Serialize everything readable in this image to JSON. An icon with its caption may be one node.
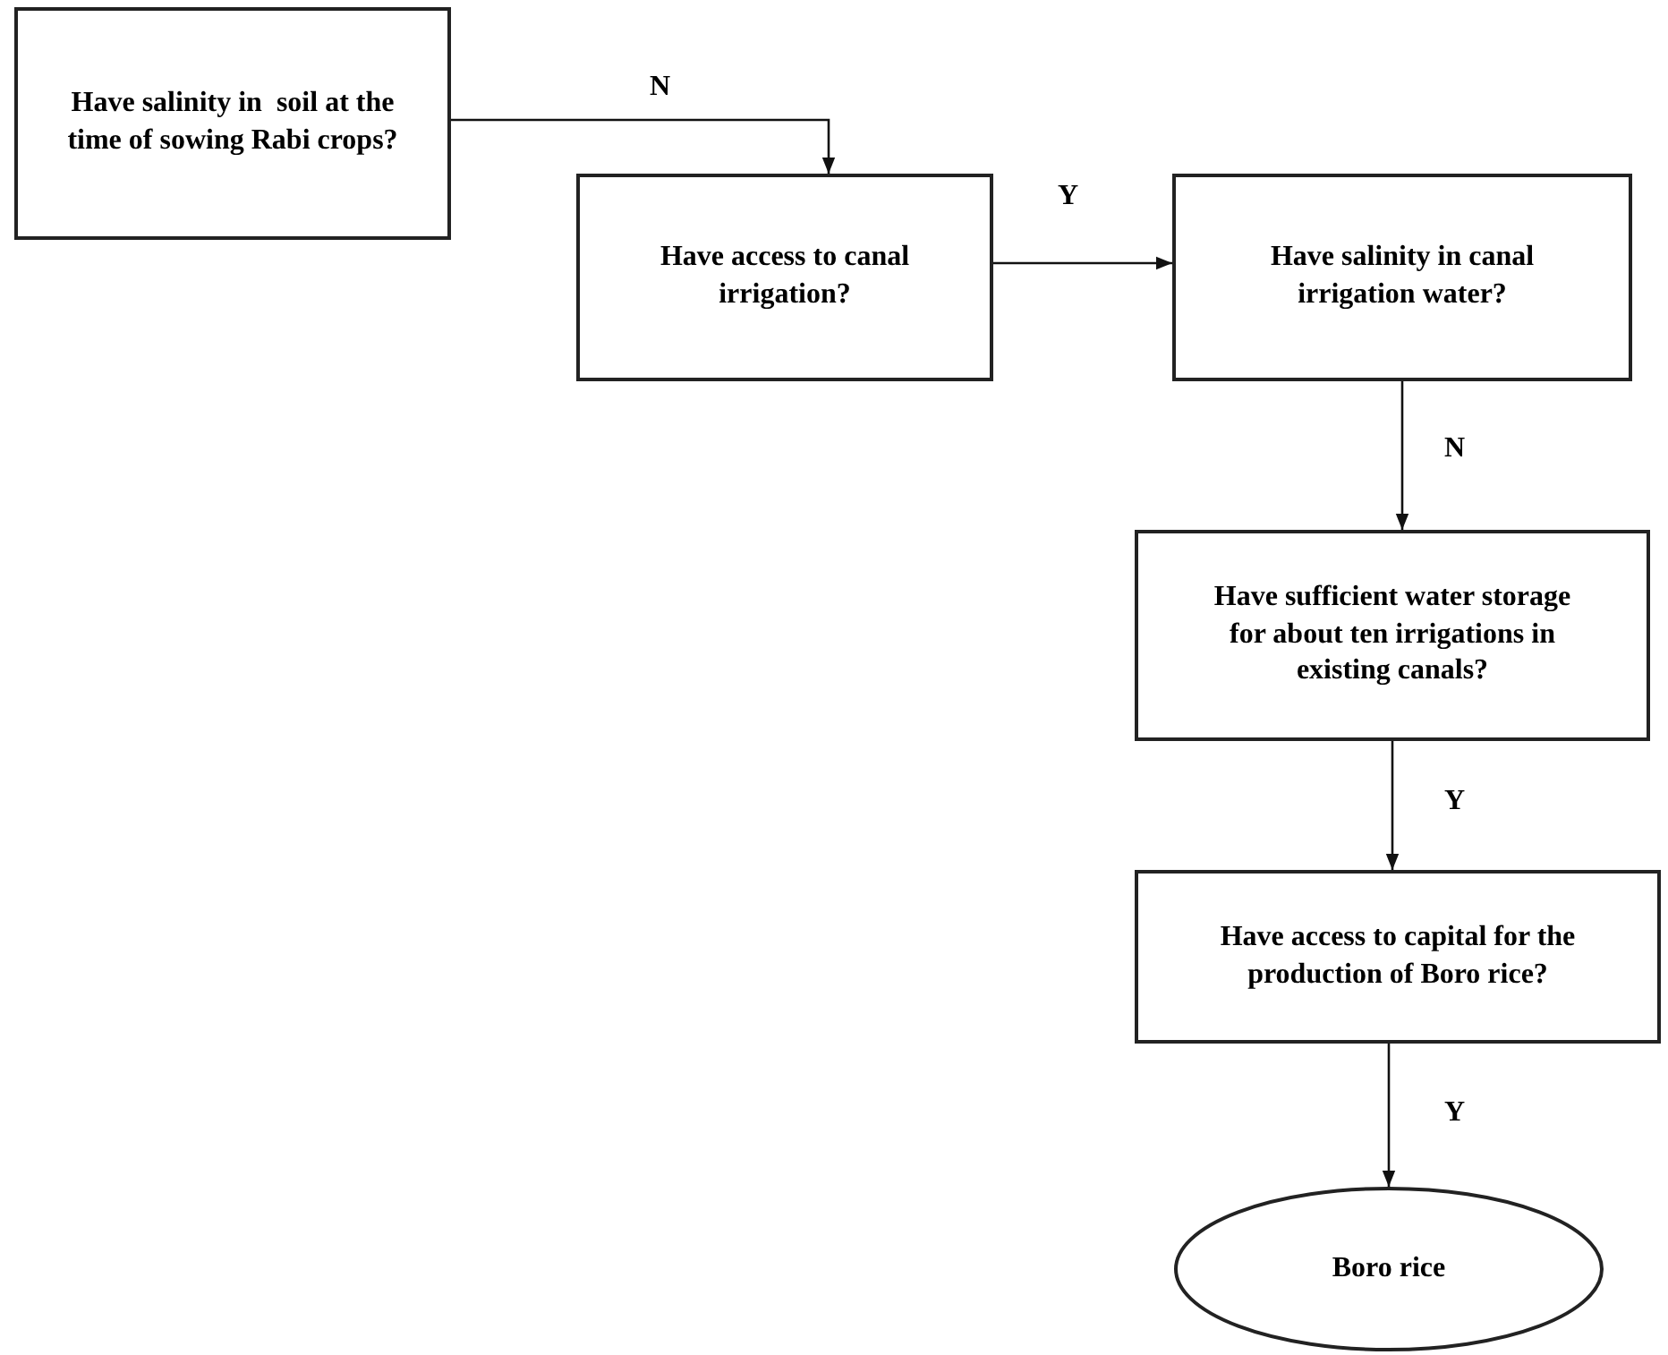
{
  "diagram": {
    "nodes": [
      {
        "text": [
          "Have salinity in  soil at the time of sowing Rabi crops?"
        ]
      },
      {
        "text": [
          "Have access to canal irrigation?"
        ]
      },
      {
        "text": [
          "Have salinity in canal irrigation water?"
        ]
      },
      {
        "text": [
          "Have sufficient water storage for about ten irrigations in existing canals?"
        ]
      },
      {
        "text": [
          "Have access to capital for the production of Boro rice?"
        ]
      },
      {
        "text": [
          "Boro rice"
        ]
      }
    ],
    "edges": [
      {
        "from": 0,
        "to": 1,
        "arrow": "to",
        "label": "N"
      },
      {
        "from": 1,
        "to": 2,
        "arrow": "to",
        "label": "Y"
      },
      {
        "from": 2,
        "to": 3,
        "arrow": "to",
        "label": "N"
      },
      {
        "from": 3,
        "to": 4,
        "arrow": "to",
        "label": "Y"
      },
      {
        "from": 4,
        "to": 5,
        "arrow": "to",
        "label": "Y"
      }
    ]
  }
}
